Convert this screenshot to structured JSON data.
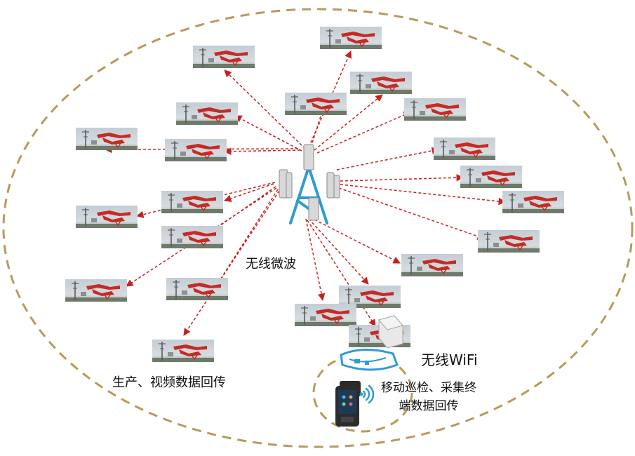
{
  "labels": {
    "microwave": "无线微波",
    "production": "生产、视频数据回传",
    "wifi": "无线WiFi",
    "mobile_line1": "移动巡检、采集终",
    "mobile_line2": "端数据回传"
  },
  "colors": {
    "boundary": "#B89A58",
    "arrow": "#C8201E",
    "tower": "#2E9BD6",
    "rig": "#C62A25",
    "sky": "#C9D2D8"
  },
  "icons": {
    "tower": "microwave-tower-icon",
    "rig": "drilling-rig-photo-icon",
    "ap": "wifi-access-point-icon",
    "phone": "handheld-terminal-icon",
    "signal": "wifi-signal-icon"
  }
}
